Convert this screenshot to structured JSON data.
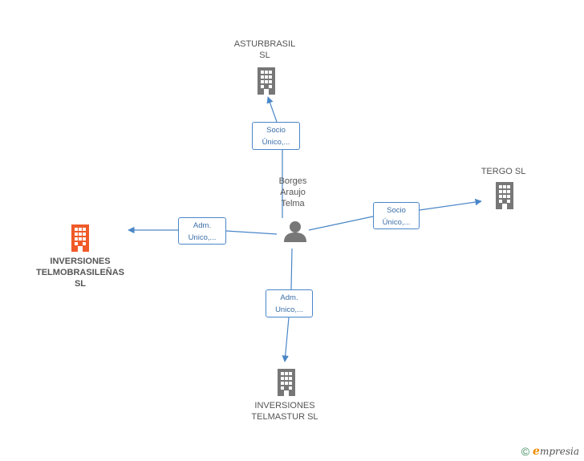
{
  "colors": {
    "edge": "#4a86c8",
    "company": "#777777",
    "highlight": "#f05a28",
    "person": "#777777"
  },
  "center": {
    "name": "Borges\nAraujo\nTelma",
    "icon": "person-icon"
  },
  "nodes": [
    {
      "id": "asturbrasil",
      "name": "ASTURBRASIL\nSL",
      "icon": "building-icon",
      "highlight": false
    },
    {
      "id": "tergo",
      "name": "TERGO SL",
      "icon": "building-icon",
      "highlight": false
    },
    {
      "id": "telmobrasilenas",
      "name": "INVERSIONES\nTELMOBRASILEÑAS\nSL",
      "icon": "building-icon",
      "highlight": true
    },
    {
      "id": "telmastur",
      "name": "INVERSIONES\nTELMASTUR SL",
      "icon": "building-icon",
      "highlight": false
    }
  ],
  "edges": [
    {
      "to": "asturbrasil",
      "label": "Socio\nÚnico,..."
    },
    {
      "to": "tergo",
      "label": "Socio\nÚnico,..."
    },
    {
      "to": "telmobrasilenas",
      "label": "Adm.\nUnico,..."
    },
    {
      "to": "telmastur",
      "label": "Adm.\nUnico,..."
    }
  ],
  "footer": {
    "copyright_symbol": "©",
    "brand_initial": "e",
    "brand_rest": "mpresia"
  }
}
